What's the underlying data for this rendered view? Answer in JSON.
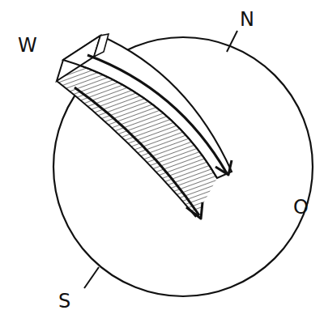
{
  "diagram": {
    "labels": [
      "W",
      "N",
      "O",
      "S"
    ]
  }
}
